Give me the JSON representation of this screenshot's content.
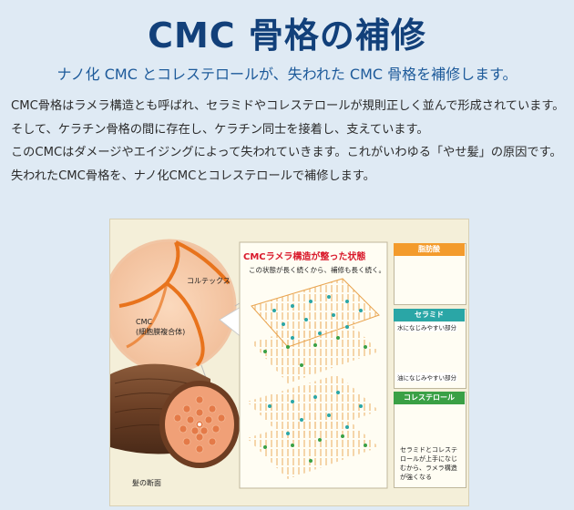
{
  "title": "CMC 骨格の補修",
  "subtitle": "ナノ化 CMC とコレステロールが、失われた CMC 骨格を補修します。",
  "paragraphs": [
    "CMC骨格はラメラ構造とも呼ばれ、セラミドやコレステロールが規則正しく並んで形成されています。そして、ケラチン骨格の間に存在し、ケラチン同士を接着し、支えています。",
    "このCMCはダメージやエイジングによって失われていきます。これがいわゆる「やせ髪」の原因です。失われたCMC骨格を、ナノ化CMCとコレステロールで補修します。"
  ],
  "figure": {
    "cortex_label": "コルテックス",
    "cmc_label": "CMC",
    "cmc_sub_label": "(細胞膜複合体)",
    "cross_section_label": "髪の断面",
    "panel_title": "CMCラメラ構造が整った状態",
    "panel_subtitle": "この状態が長く続くから、補修も長く続く。",
    "legend": {
      "fatty_acid": "脂肪酸",
      "ceramide": "セラミド",
      "hydrophilic": "水になじみやすい部分",
      "lipophilic": "油になじみやすい部分",
      "cholesterol": "コレステロール",
      "note": "セラミドとコレステロールが上手になじむから、ラメラ構造が強くなる"
    },
    "colors": {
      "fatty_acid": "#f39b2c",
      "ceramide": "#2aa6a6",
      "cholesterol": "#3aa045",
      "title_red": "#d9192b"
    }
  }
}
